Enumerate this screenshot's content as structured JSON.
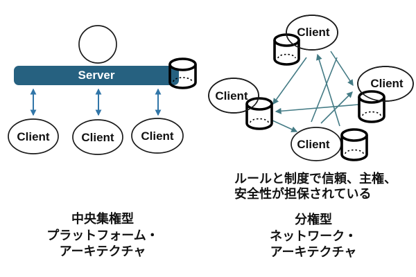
{
  "left_diagram": {
    "server_label": "Server",
    "client_labels": [
      "Client",
      "Client",
      "Client"
    ],
    "caption_lines": [
      "中央集権型",
      "プラットフォーム・",
      "アーキテクチャ"
    ],
    "icons": {
      "admin": "person-circle-icon",
      "storage": "database-cylinder-icon"
    }
  },
  "right_diagram": {
    "client_labels": [
      "Client",
      "Client",
      "Client",
      "Client"
    ],
    "note_lines": [
      "ルールと制度で信頼、主権、",
      "安全性が担保されている"
    ],
    "caption_lines": [
      "分権型",
      "ネットワーク・",
      "アーキテクチャ"
    ],
    "icons": {
      "storage": "database-cylinder-icon"
    }
  },
  "colors": {
    "server_bar": "#266180",
    "left_arrow": "#3176A8",
    "right_arrow": "#447B85",
    "outline": "#1a1a1a"
  }
}
